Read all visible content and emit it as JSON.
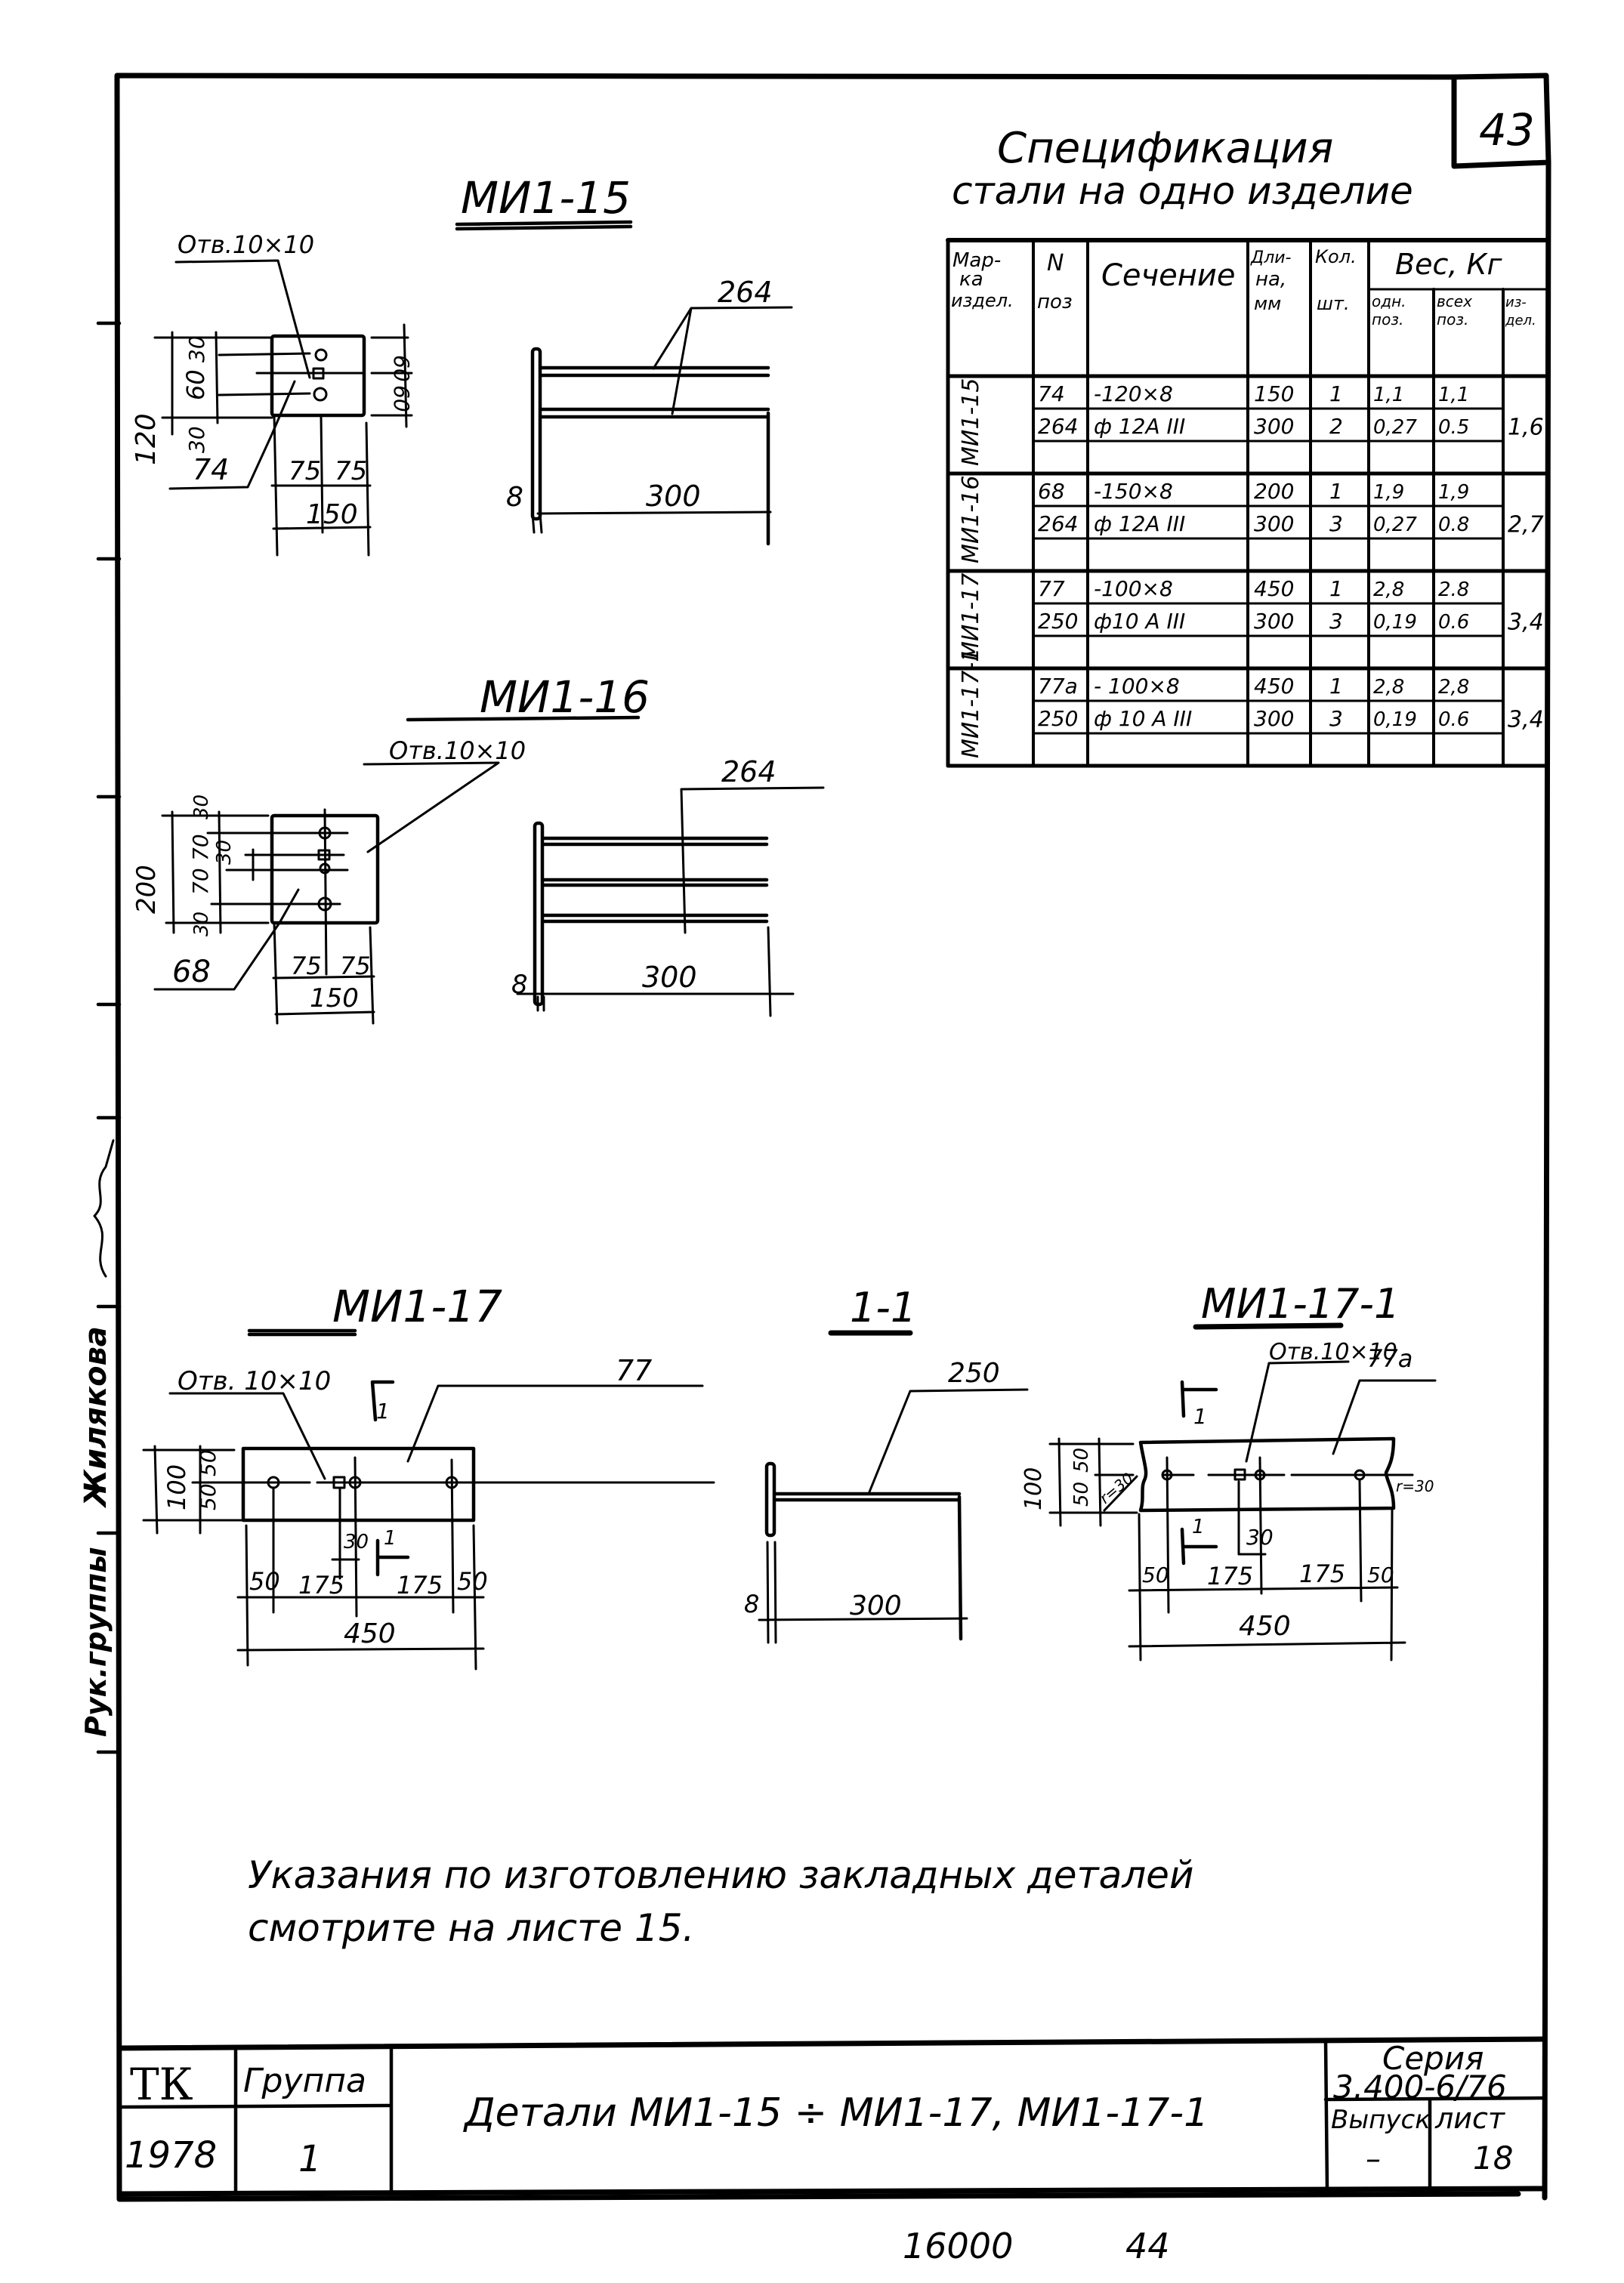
{
  "sheet": {
    "corner_number": "43",
    "margin_text": {
      "role": "Рук.группы",
      "name": "Жилякова",
      "signature": "signature"
    }
  },
  "specification": {
    "title_line1": "Спецификация",
    "title_line2": "стали на одно изделие",
    "headers": {
      "mark": "Мар-ка издел.",
      "mark_l1": "Мар-",
      "mark_l2": "ка",
      "mark_l3": "издел.",
      "pos_l1": "N",
      "pos_l2": "поз",
      "section": "Сечение",
      "length_l1": "Дли-",
      "length_l2": "на,",
      "length_l3": "мм",
      "qty_l1": "Кол.",
      "qty_l2": "шт.",
      "weight": "Вес, Кг",
      "w_one_l1": "одн.",
      "w_one_l2": "поз.",
      "w_all_l1": "всех",
      "w_all_l2": "поз.",
      "w_item_l1": "из-",
      "w_item_l2": "дел."
    },
    "groups": [
      {
        "mark": "МИ1-15",
        "item_weight": "1,6",
        "rows": [
          {
            "pos": "74",
            "section": "-120×8",
            "length": "150",
            "qty": "1",
            "w_one": "1,1",
            "w_all": "1,1"
          },
          {
            "pos": "264",
            "section": "ф 12А III",
            "length": "300",
            "qty": "2",
            "w_one": "0,27",
            "w_all": "0.5"
          },
          {
            "pos": "",
            "section": "",
            "length": "",
            "qty": "",
            "w_one": "",
            "w_all": ""
          }
        ]
      },
      {
        "mark": "МИ1-16",
        "item_weight": "2,7",
        "rows": [
          {
            "pos": "68",
            "section": "-150×8",
            "length": "200",
            "qty": "1",
            "w_one": "1,9",
            "w_all": "1,9"
          },
          {
            "pos": "264",
            "section": "ф 12А III",
            "length": "300",
            "qty": "3",
            "w_one": "0,27",
            "w_all": "0.8"
          },
          {
            "pos": "",
            "section": "",
            "length": "",
            "qty": "",
            "w_one": "",
            "w_all": ""
          }
        ]
      },
      {
        "mark": "МИ1-17",
        "item_weight": "3,4",
        "rows": [
          {
            "pos": "77",
            "section": "-100×8",
            "length": "450",
            "qty": "1",
            "w_one": "2,8",
            "w_all": "2.8"
          },
          {
            "pos": "250",
            "section": "ф10 А III",
            "length": "300",
            "qty": "3",
            "w_one": "0,19",
            "w_all": "0.6"
          },
          {
            "pos": "",
            "section": "",
            "length": "",
            "qty": "",
            "w_one": "",
            "w_all": ""
          }
        ]
      },
      {
        "mark": "МИ1-17-1",
        "item_weight": "3,4",
        "rows": [
          {
            "pos": "77а",
            "section": "- 100×8",
            "length": "450",
            "qty": "1",
            "w_one": "2,8",
            "w_all": "2,8"
          },
          {
            "pos": "250",
            "section": "ф 10 А III",
            "length": "300",
            "qty": "3",
            "w_one": "0,19",
            "w_all": "0.6"
          },
          {
            "pos": "",
            "section": "",
            "length": "",
            "qty": "",
            "w_one": "",
            "w_all": ""
          }
        ]
      }
    ]
  },
  "drawings": {
    "mi15": {
      "title": "МИ1-15",
      "hole_note": "Отв.10×10",
      "plate_pos": "74",
      "bar_pos": "264",
      "dims": {
        "h_total": "120",
        "h_top": "30",
        "h_mid": "60",
        "h_bot": "30",
        "r_top": "60",
        "r_bot": "60",
        "w_left": "75",
        "w_right": "75",
        "w_total": "150",
        "thick": "8",
        "bar_len": "300"
      }
    },
    "mi16": {
      "title": "МИ1-16",
      "hole_note": "Отв.10×10",
      "plate_pos": "68",
      "bar_pos": "264",
      "dims": {
        "h_total": "200",
        "h_top": "30",
        "h_a": "70",
        "h_b": "70",
        "h_bot": "30",
        "h_hole": "30",
        "w_left": "75",
        "w_right": "75",
        "w_total": "150",
        "thick": "8",
        "bar_len": "300"
      }
    },
    "mi17": {
      "title": "МИ1-17",
      "hole_note": "Отв. 10×10",
      "plate_pos": "77",
      "section_mark": "1",
      "dims": {
        "h_total": "100",
        "h_top": "50",
        "h_bot": "50",
        "w_a": "50",
        "w_b": "175",
        "w_c": "175",
        "w_d": "50",
        "w_hole": "30",
        "w_total": "450"
      }
    },
    "section11": {
      "title": "1-1",
      "bar_pos": "250",
      "dims": {
        "thick": "8",
        "bar_len": "300"
      }
    },
    "mi171": {
      "title": "МИ1-17-1",
      "hole_note": "Отв.10×10",
      "plate_pos": "77а",
      "section_mark": "1",
      "notch": "r=30",
      "dims": {
        "h_total": "100",
        "h_top": "50",
        "h_bot": "50",
        "w_a": "50",
        "w_b": "175",
        "w_c": "175",
        "w_d": "50",
        "w_hole": "30",
        "w_total": "450"
      }
    }
  },
  "note": {
    "line1": "Указания по изготовлению закладных деталей",
    "line2": "смотрите на листе 15."
  },
  "title_block": {
    "org": "ТК",
    "year": "1978",
    "group_label": "Группа",
    "group_value": "1",
    "title": "Детали МИ1-15 ÷ МИ1-17, МИ1-17-1",
    "series_label": "Серия",
    "series_value": "3.400-6/76",
    "issue_label": "Выпуск",
    "issue_value": "–",
    "sheet_label": "лист",
    "sheet_value": "18"
  },
  "footer": {
    "code": "16000",
    "page": "44"
  }
}
